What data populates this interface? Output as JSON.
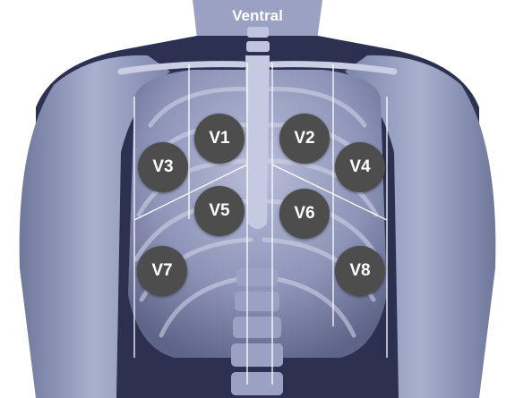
{
  "diagram": {
    "view_label": "Ventral",
    "leads": [
      {
        "label": "V1"
      },
      {
        "label": "V2"
      },
      {
        "label": "V3"
      },
      {
        "label": "V4"
      },
      {
        "label": "V5"
      },
      {
        "label": "V6"
      },
      {
        "label": "V7"
      },
      {
        "label": "V8"
      }
    ],
    "colors": {
      "background": "#ffffff",
      "body": "#8f97bb",
      "shadow": "#2a2f4f",
      "lead_marker": "#4d4d4d",
      "lead_text": "#ffffff",
      "guide_line": "#ffffff"
    }
  }
}
